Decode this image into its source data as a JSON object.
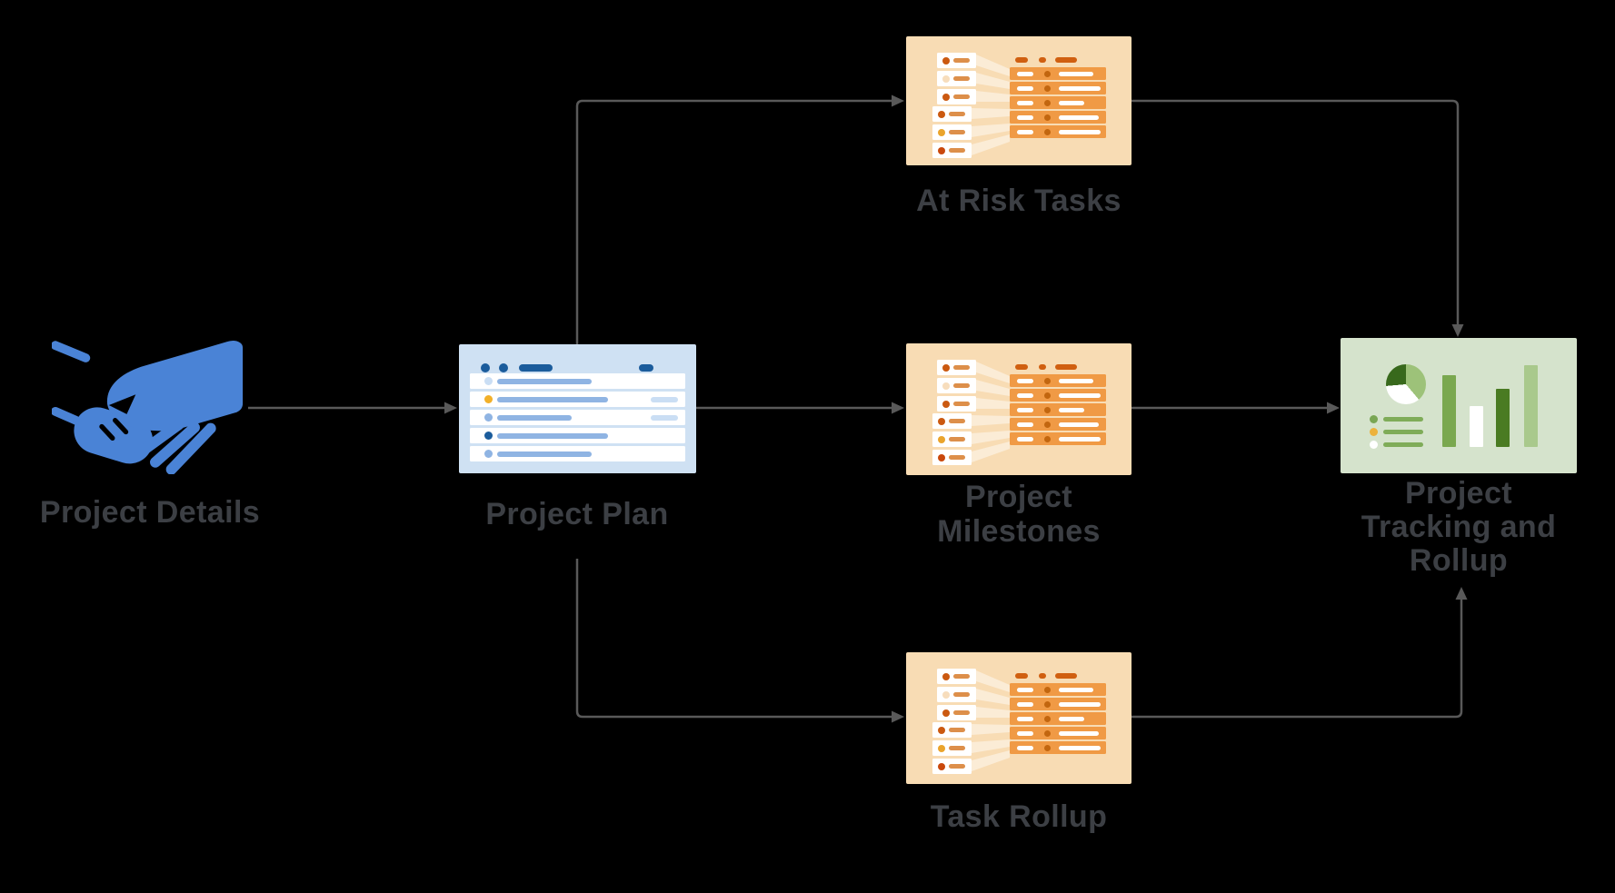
{
  "diagram_title": "Project workflow diagram",
  "nodes": {
    "project_details": {
      "label": "Project Details",
      "icon": "handshake-icon"
    },
    "project_plan": {
      "label": "Project Plan",
      "icon": "task-list-card"
    },
    "at_risk_tasks": {
      "label": "At Risk Tasks",
      "icon": "task-funnel-card"
    },
    "project_milestones": {
      "label": "Project Milestones",
      "lines": [
        "Project",
        "Milestones"
      ],
      "icon": "task-funnel-card"
    },
    "task_rollup": {
      "label": "Task Rollup",
      "icon": "task-funnel-card"
    },
    "project_tracking": {
      "label": "Project Tracking and Rollup",
      "lines": [
        "Project",
        "Tracking and",
        "Rollup"
      ],
      "icon": "dashboard-charts-card"
    }
  },
  "edges": [
    {
      "from": "project_details",
      "to": "project_plan"
    },
    {
      "from": "project_plan",
      "to": "at_risk_tasks"
    },
    {
      "from": "project_plan",
      "to": "project_milestones"
    },
    {
      "from": "project_plan",
      "to": "task_rollup"
    },
    {
      "from": "at_risk_tasks",
      "to": "project_tracking"
    },
    {
      "from": "project_milestones",
      "to": "project_tracking"
    },
    {
      "from": "task_rollup",
      "to": "project_tracking"
    }
  ],
  "colors": {
    "background": "#000000",
    "connector": "#595959",
    "label_text": "#3c3f44",
    "handshake_blue": "#4a83d6",
    "plan_bg": "#cfe1f3",
    "plan_navy": "#1b5c9c",
    "plan_bar": "#8fb4e3",
    "plan_pale": "#cadef4",
    "plan_yellow": "#f2b029",
    "orange_bg": "#f8dcb4",
    "orange_row": "#f09a45",
    "orange_row_dot": "#c2660f",
    "orange_mark": "#d05f10",
    "orange_small_bar": "#dd8f4a",
    "orange_dot_dark": "#cb5910",
    "orange_dot_pale": "#f7ddbc",
    "orange_dot_yellow": "#eaa42c",
    "orange_dot_red": "#c9480c",
    "green_bg": "#d5e3cc",
    "pie_dark": "#38691c",
    "pie_light": "#9dc279",
    "legend_bar": "#7fac58",
    "legend_dot_green": "#79a653",
    "legend_dot_yellow": "#ecb23c",
    "bar_medium": "#7aa84f",
    "bar_dark": "#4a7b22",
    "bar_light": "#a9c98c"
  }
}
